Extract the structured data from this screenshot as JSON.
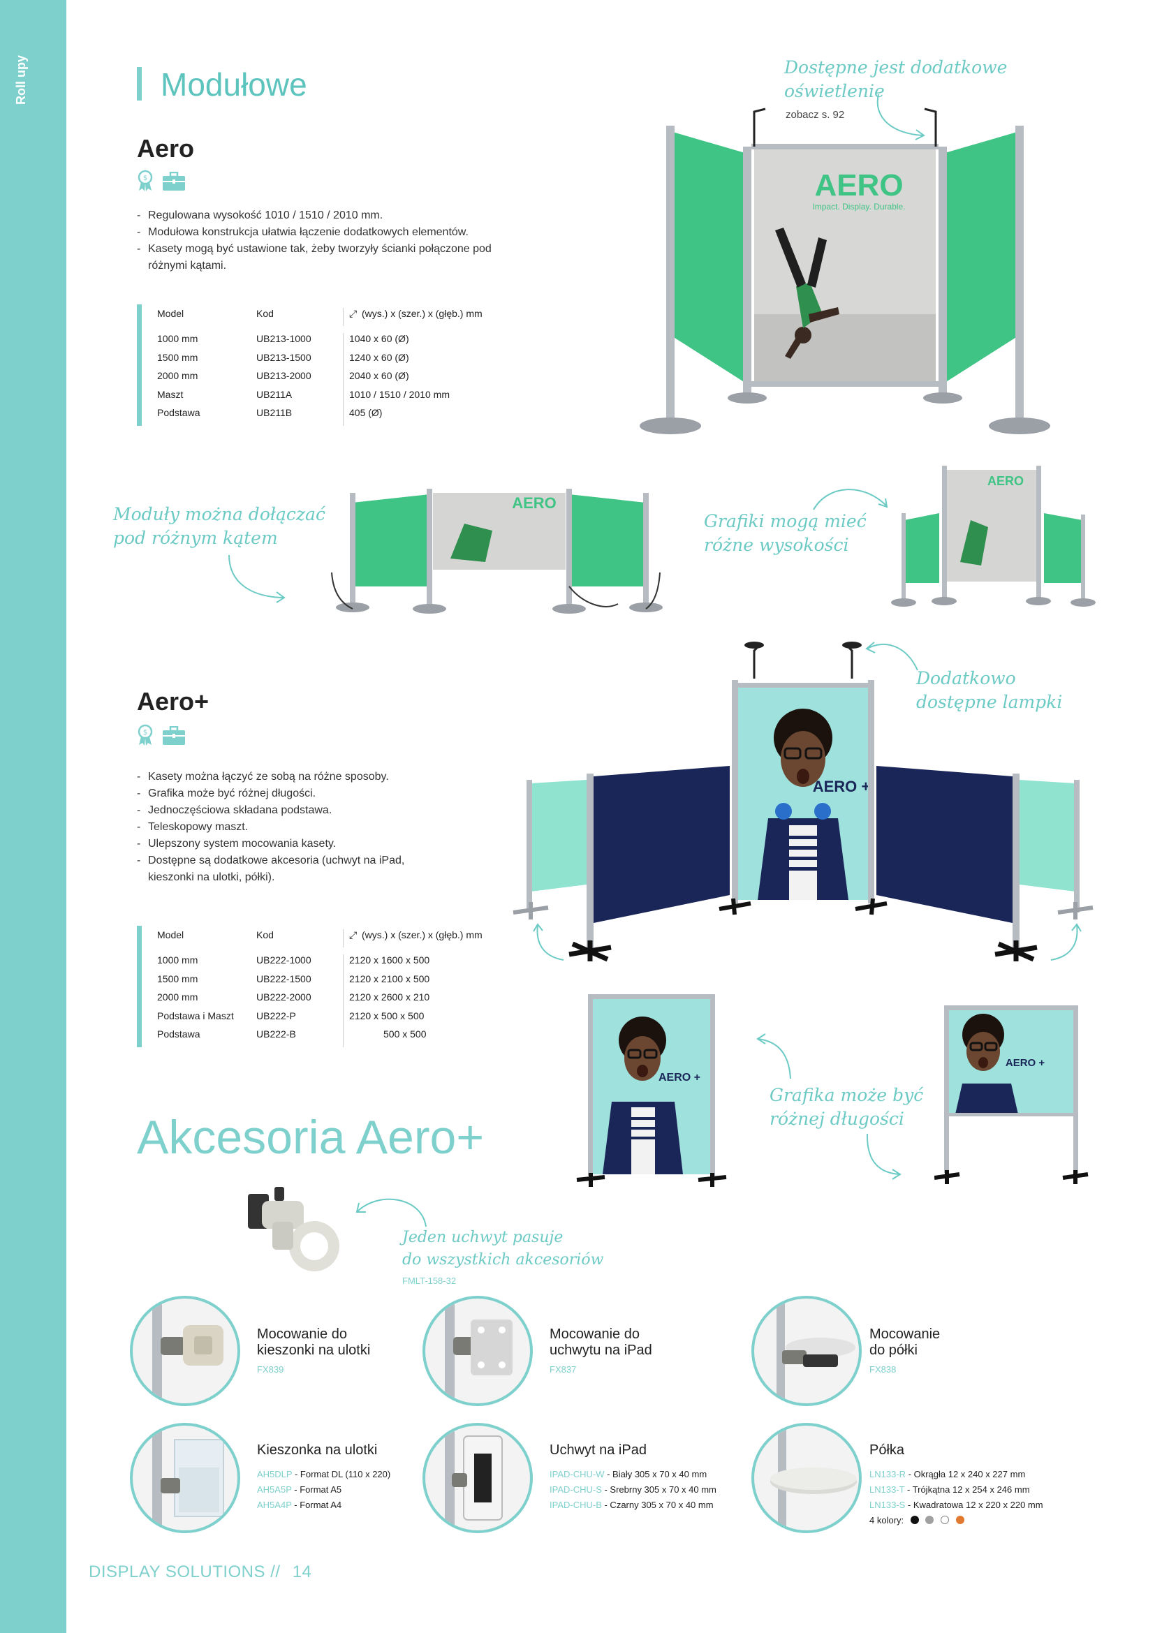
{
  "sidebar": {
    "label": "Roll upy"
  },
  "section": {
    "title": "Modułowe"
  },
  "aero": {
    "title": "Aero",
    "bullets": [
      "Regulowana wysokość 1010 / 1510 / 2010 mm.",
      "Modułowa konstrukcja ułatwia łączenie dodatkowych elementów.",
      "Kasety mogą być ustawione tak, żeby tworzyły ścianki połączone pod różnymi kątami."
    ],
    "table": {
      "headers": [
        "Model",
        "Kod",
        "(wys.) x (szer.) x (głęb.) mm"
      ],
      "rows": [
        [
          "1000 mm",
          "UB213-1000",
          "1040 x 60 (Ø)"
        ],
        [
          "1500 mm",
          "UB213-1500",
          "1240 x 60 (Ø)"
        ],
        [
          "2000 mm",
          "UB213-2000",
          "2040 x 60 (Ø)"
        ],
        [
          "Maszt",
          "UB211A",
          "1010 / 1510 / 2010 mm"
        ],
        [
          "Podstawa",
          "UB211B",
          "405 (Ø)"
        ]
      ]
    },
    "graphic_brand": "AERO",
    "graphic_tagline": "Impact. Display. Durable."
  },
  "notes": {
    "lighting": [
      "Dostępne jest dodatkowe",
      "oświetlenie"
    ],
    "lighting_ref": "zobacz s. 92",
    "angle": [
      "Moduły można dołączać",
      "pod różnym kątem"
    ],
    "heights": [
      "Grafiki mogą mieć",
      "różne wysokości"
    ],
    "lamps": [
      "Dodatkowo",
      "dostępne lampki"
    ],
    "length": [
      "Grafika może być",
      "różnej długości"
    ],
    "holder": [
      "Jeden uchwyt pasuje",
      "do wszystkich akcesoriów"
    ],
    "holder_code": "FMLT-158-32"
  },
  "aero_plus": {
    "title": "Aero+",
    "bullets": [
      "Kasety można łączyć ze sobą na różne sposoby.",
      "Grafika może być różnej długości.",
      "Jednoczęściowa składana podstawa.",
      "Teleskopowy maszt.",
      "Ulepszony system mocowania kasety.",
      "Dostępne są dodatkowe akcesoria (uchwyt na iPad, kieszonki na ulotki, półki)."
    ],
    "table": {
      "headers": [
        "Model",
        "Kod",
        "(wys.) x (szer.) x (głęb.) mm"
      ],
      "rows": [
        [
          "1000 mm",
          "UB222-1000",
          "2120 x 1600 x 500"
        ],
        [
          "1500 mm",
          "UB222-1500",
          "2120 x 2100 x 500"
        ],
        [
          "2000 mm",
          "UB222-2000",
          "2120 x 2600 x 210"
        ],
        [
          "Podstawa i Maszt",
          "UB222-P",
          "2120 x 500 x 500"
        ],
        [
          "Podstawa",
          "UB222-B",
          "500 x 500"
        ]
      ]
    },
    "graphic_brand": "AERO +"
  },
  "accessories": {
    "title": "Akcesoria Aero+",
    "items": [
      {
        "name": [
          "Mocowanie do",
          "kieszonki na ulotki"
        ],
        "code": "FX839"
      },
      {
        "name": [
          "Mocowanie do",
          "uchwytu na iPad"
        ],
        "code": "FX837"
      },
      {
        "name": [
          "Mocowanie",
          "do półki"
        ],
        "code": "FX838"
      },
      {
        "name": [
          "Kieszonka na ulotki"
        ],
        "lines": [
          {
            "code": "AH5DLP",
            "text": " - Format DL (110 x 220)"
          },
          {
            "code": "AH5A5P",
            "text": " - Format A5"
          },
          {
            "code": "AH5A4P",
            "text": " - Format A4"
          }
        ]
      },
      {
        "name": [
          "Uchwyt na iPad"
        ],
        "lines": [
          {
            "code": "IPAD-CHU-W",
            "text": " - Biały 305 x 70 x 40 mm"
          },
          {
            "code": "IPAD-CHU-S",
            "text": " - Srebrny 305 x 70 x 40 mm"
          },
          {
            "code": "IPAD-CHU-B",
            "text": " - Czarny 305 x 70 x 40 mm"
          }
        ]
      },
      {
        "name": [
          "Półka"
        ],
        "lines": [
          {
            "code": "LN133-R",
            "text": " - Okrągła 12 x 240 x 227 mm"
          },
          {
            "code": "LN133-T",
            "text": " - Trójkątna 12 x 254 x 246 mm"
          },
          {
            "code": "LN133-S",
            "text": " - Kwadratowa 12 x 220 x 220 mm"
          }
        ],
        "colors_label": "4 kolory:"
      }
    ]
  },
  "colors": {
    "accent": "#7ed0cc",
    "panel_green": "#3fc485",
    "panel_mint": "#8fe3cf",
    "panel_navy": "#1a2558",
    "pole": "#b7bcc2",
    "shelf_colors": [
      "#111111",
      "#a0a0a0",
      "#ffffff",
      "#e07a30"
    ]
  },
  "footer": {
    "brand": "DISPLAY SOLUTIONS //",
    "page": "14"
  }
}
